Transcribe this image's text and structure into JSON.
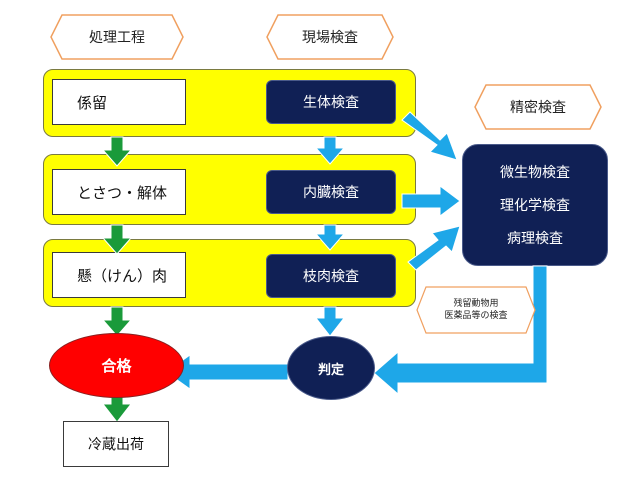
{
  "headers": {
    "process": "処理工程",
    "onsite": "現場検査",
    "detailed": "精密検査"
  },
  "process_steps": [
    "係留",
    "とさつ・解体",
    "懸（けん）肉"
  ],
  "onsite_inspections": [
    "生体検査",
    "内臓検査",
    "枝肉検査"
  ],
  "detailed_inspections": [
    "微生物検査",
    "理化学検査",
    "病理検査"
  ],
  "residue_note": [
    "残留動物用",
    "医薬品等の検査"
  ],
  "judgement": "判定",
  "pass": "合格",
  "shipment": "冷蔵出荷",
  "colors": {
    "band_yellow": "#ffff00",
    "navy": "#102055",
    "green_arrow": "#1a9a3a",
    "blue_arrow": "#1ea7e8",
    "pass_red": "#ff0000",
    "hex_border": "#f0a060"
  }
}
